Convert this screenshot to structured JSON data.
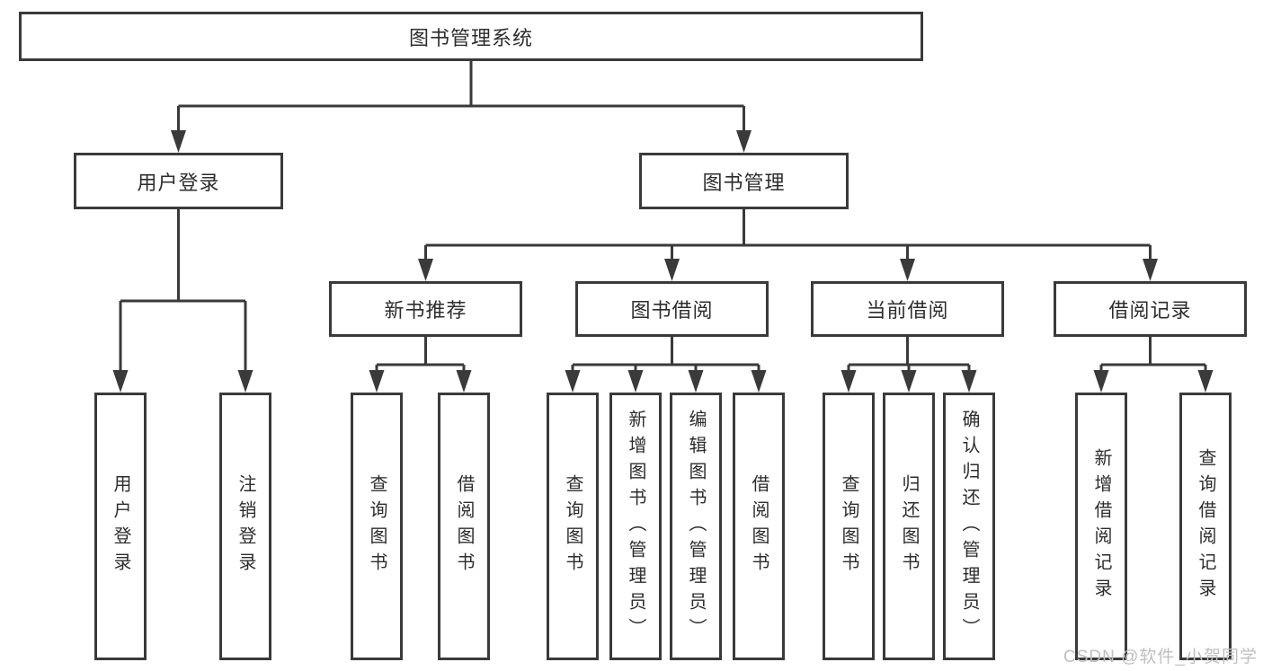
{
  "diagram_type": "hierarchy-tree",
  "title": "图书管理系统",
  "watermark": "CSDN @软件_小贺同学",
  "colors": {
    "line": "#3a3a3a",
    "box_border": "#3a3a3a",
    "text": "#2d2d2d",
    "watermark_text": "#bfbfbf",
    "background": "#ffffff"
  },
  "nodes": {
    "root": {
      "label": "图书管理系统"
    },
    "level2": [
      {
        "label": "用户登录"
      },
      {
        "label": "图书管理"
      }
    ],
    "level3": [
      {
        "label": "新书推荐"
      },
      {
        "label": "图书借阅"
      },
      {
        "label": "当前借阅"
      },
      {
        "label": "借阅记录"
      }
    ],
    "level4": [
      {
        "label": "用户登录"
      },
      {
        "label": "注销登录"
      },
      {
        "label": "查询图书"
      },
      {
        "label": "借阅图书"
      },
      {
        "label": "查询图书"
      },
      {
        "label": "新增图书（管理员）"
      },
      {
        "label": "编辑图书（管理员）"
      },
      {
        "label": "借阅图书"
      },
      {
        "label": "查询图书"
      },
      {
        "label": "归还图书"
      },
      {
        "label": "确认归还（管理员）"
      },
      {
        "label": "新增借阅记录"
      },
      {
        "label": "查询借阅记录"
      }
    ]
  },
  "hierarchy": {
    "图书管理系统": [
      "用户登录",
      "图书管理"
    ],
    "用户登录": [
      "用户登录",
      "注销登录"
    ],
    "图书管理": [
      "新书推荐",
      "图书借阅",
      "当前借阅",
      "借阅记录"
    ],
    "新书推荐": [
      "查询图书",
      "借阅图书"
    ],
    "图书借阅": [
      "查询图书",
      "新增图书（管理员）",
      "编辑图书（管理员）",
      "借阅图书"
    ],
    "当前借阅": [
      "查询图书",
      "归还图书",
      "确认归还（管理员）"
    ],
    "借阅记录": [
      "新增借阅记录",
      "查询借阅记录"
    ]
  }
}
